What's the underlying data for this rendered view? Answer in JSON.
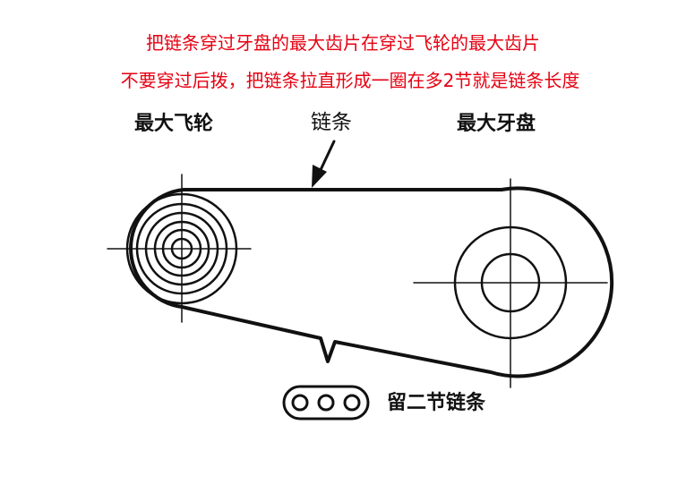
{
  "instructions": {
    "line1": "把链条穿过牙盘的最大齿片在穿过飞轮的最大齿片",
    "line2": "不要穿过后拨，把链条拉直形成一圈在多2节就是链条长度"
  },
  "labels": {
    "largest_cassette": "最大飞轮",
    "chain": "链条",
    "largest_chainring": "最大牙盘",
    "keep_two_links": "留二节链条"
  },
  "colors": {
    "instruction_text": "#e60012",
    "line_art": "#111111"
  }
}
